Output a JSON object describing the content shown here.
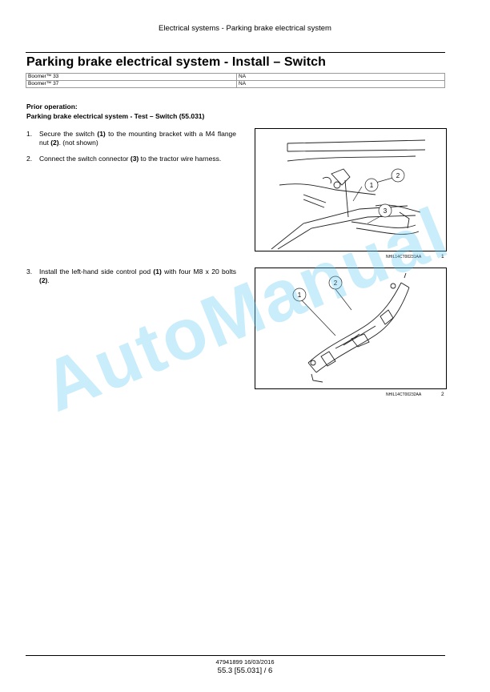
{
  "header": {
    "title": "Electrical systems - Parking brake electrical system"
  },
  "page_title": "Parking brake electrical system - Install – Switch",
  "models": [
    {
      "model": "Boomer™ 33",
      "value": "NA"
    },
    {
      "model": "Boomer™ 37",
      "value": "NA"
    }
  ],
  "prior_operation": {
    "label": "Prior operation:",
    "reference": "Parking brake electrical system - Test – Switch (55.031)"
  },
  "steps": [
    {
      "number": "1.",
      "pre": "Secure the switch ",
      "b1": "(1)",
      "mid": " to the mounting bracket with a M4 flange nut ",
      "b2": "(2)",
      "post": ". (not shown)"
    },
    {
      "number": "2.",
      "pre": "Connect the switch connector ",
      "b1": "(3)",
      "mid": " to the tractor wire harness.",
      "b2": "",
      "post": ""
    },
    {
      "number": "3.",
      "pre": "Install the left-hand side control pod ",
      "b1": "(1)",
      "mid": " with four M8 x 20 bolts ",
      "b2": "(2)",
      "post": "."
    }
  ],
  "figures": [
    {
      "code": "NHIL14CT00231AA",
      "number": "1",
      "callouts": [
        "1",
        "2",
        "3"
      ]
    },
    {
      "code": "NHIL14CT00232AA",
      "number": "2",
      "callouts": [
        "1",
        "2"
      ]
    }
  ],
  "watermark": "AutoManual",
  "footer": {
    "doc_info": "47941899 16/03/2016",
    "page": "55.3 [55.031] / 6"
  }
}
